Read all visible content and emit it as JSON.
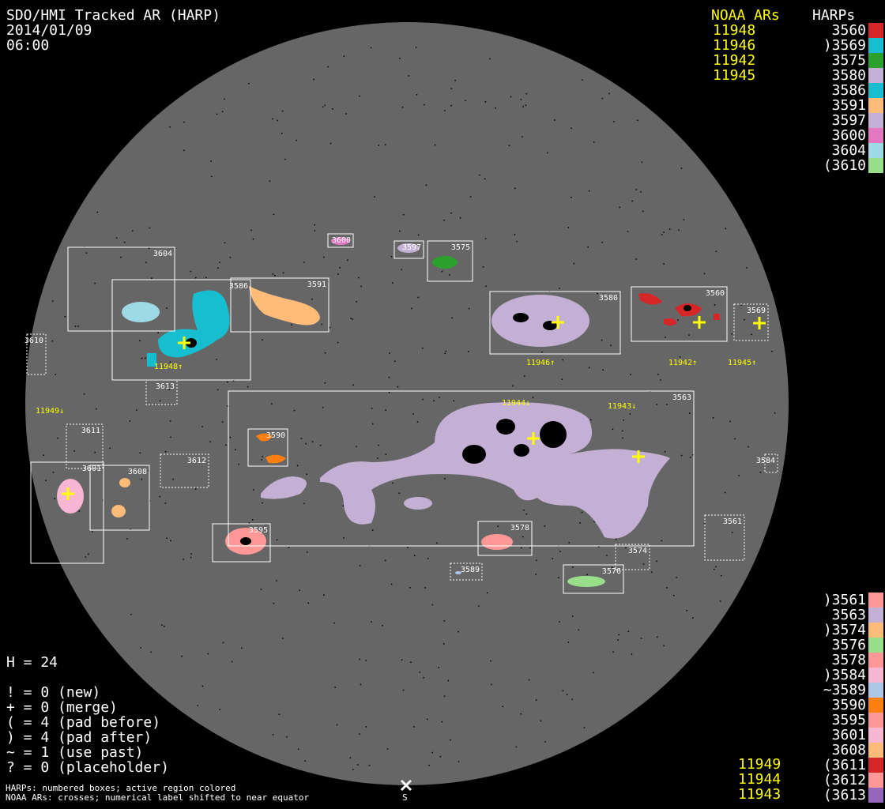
{
  "header": {
    "title": "SDO/HMI Tracked AR (HARP)",
    "date": "2014/01/09",
    "time": "06:00"
  },
  "noaa_header": "NOAA ARs",
  "harps_header": "HARPs",
  "noaa_top": [
    "11948",
    "11946",
    "11942",
    "11945"
  ],
  "noaa_bottom": [
    "11949",
    "11944",
    "11943"
  ],
  "harps_top": [
    {
      "label": "3560",
      "color": "#d62728"
    },
    {
      "label": ")3569",
      "color": "#17becf"
    },
    {
      "label": "3575",
      "color": "#2ca02c"
    },
    {
      "label": "3580",
      "color": "#c5b0d5"
    },
    {
      "label": "3586",
      "color": "#17becf"
    },
    {
      "label": "3591",
      "color": "#ffbb78"
    },
    {
      "label": "3597",
      "color": "#c5b0d5"
    },
    {
      "label": "3600",
      "color": "#e377c2"
    },
    {
      "label": "3604",
      "color": "#9edae5"
    },
    {
      "label": "(3610",
      "color": "#98df8a"
    }
  ],
  "harps_bottom": [
    {
      "label": ")3561",
      "color": "#ff9896"
    },
    {
      "label": "3563",
      "color": "#c5b0d5"
    },
    {
      "label": ")3574",
      "color": "#ffbb78"
    },
    {
      "label": "3576",
      "color": "#98df8a"
    },
    {
      "label": "3578",
      "color": "#ff9896"
    },
    {
      "label": ")3584",
      "color": "#f7b6d2"
    },
    {
      "label": "~3589",
      "color": "#aec7e8"
    },
    {
      "label": "3590",
      "color": "#ff7f0e"
    },
    {
      "label": "3595",
      "color": "#ff9896"
    },
    {
      "label": "3601",
      "color": "#f7b6d2"
    },
    {
      "label": "3608",
      "color": "#ffbb78"
    },
    {
      "label": "(3611",
      "color": "#d62728"
    },
    {
      "label": "(3612",
      "color": "#ff9896"
    },
    {
      "label": "(3613",
      "color": "#9467bd"
    }
  ],
  "stats": {
    "h": "H = 24",
    "lines": [
      "! = 0 (new)",
      "+ = 0 (merge)",
      "( = 4 (pad before)",
      ") = 4 (pad after)",
      "~ = 1 (use past)",
      "? = 0 (placeholder)"
    ]
  },
  "footer": {
    "line1": "HARPs: numbered boxes; active region colored",
    "line2": "NOAA ARs: crosses; numerical label shifted to near equator",
    "south": "S"
  },
  "map_boxes": [
    "3600",
    "3597",
    "3575",
    "3604",
    "3586",
    "3591",
    "3580",
    "3560",
    "3563",
    "3590",
    "3601",
    "3608",
    "3595",
    "3578",
    "3576",
    "3569",
    "3610",
    "3613",
    "3611",
    "3612",
    "3584",
    "3561",
    "3574",
    "3589"
  ],
  "map_noaa": [
    "11948↑",
    "11946↑",
    "11942↑",
    "11945↑",
    "11949↓",
    "11944↓",
    "11943↓"
  ]
}
